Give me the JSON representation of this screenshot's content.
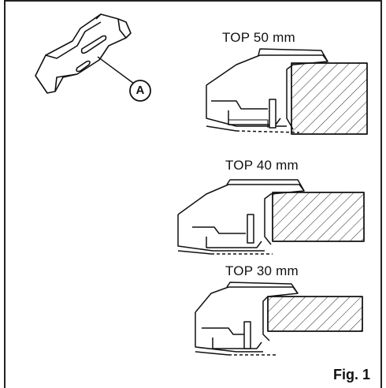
{
  "figure": {
    "caption": "Fig. 1",
    "callout": "A",
    "sections": [
      {
        "label": "TOP 50 mm"
      },
      {
        "label": "TOP 40 mm"
      },
      {
        "label": "TOP 30 mm"
      }
    ]
  }
}
